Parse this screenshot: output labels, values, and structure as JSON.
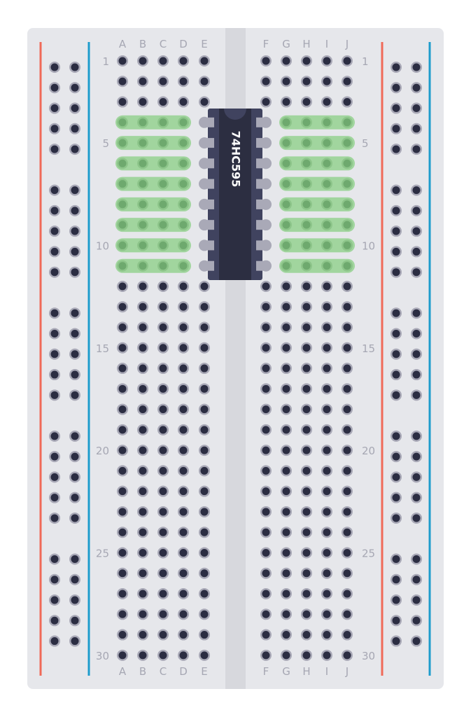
{
  "board": {
    "background": "#e6e7eb",
    "channel_color": "#d7d8dd",
    "rows": 30,
    "row_labels": [
      "1",
      "5",
      "10",
      "15",
      "20",
      "25",
      "30"
    ],
    "columns_left": [
      "A",
      "B",
      "C",
      "D",
      "E"
    ],
    "columns_right": [
      "F",
      "G",
      "H",
      "I",
      "J"
    ],
    "label_color": "#a6a7b3"
  },
  "power_rails": {
    "positive_color": "#f06a58",
    "negative_color": "#1d9ccc",
    "groups": 5,
    "holes_per_group": 5,
    "columns_per_side": 2
  },
  "holes": {
    "ring_color": "#a8a8b6",
    "center_color": "#2b2d42"
  },
  "chip": {
    "label": "74HC595",
    "pins": 16,
    "first_row": 4,
    "last_row": 11,
    "left_column": "E",
    "right_column": "F",
    "body_color": "#2c2e41",
    "band_color": "#40435f",
    "pin_color": "#a9a9b7"
  },
  "highlights": {
    "color": "#a1d59e",
    "hole_ring": "#8dc58a",
    "hole_center": "#6ea96e",
    "first_row": 4,
    "last_row": 11,
    "left_columns": [
      "A",
      "B",
      "C",
      "D"
    ],
    "right_columns": [
      "G",
      "H",
      "I",
      "J"
    ]
  }
}
